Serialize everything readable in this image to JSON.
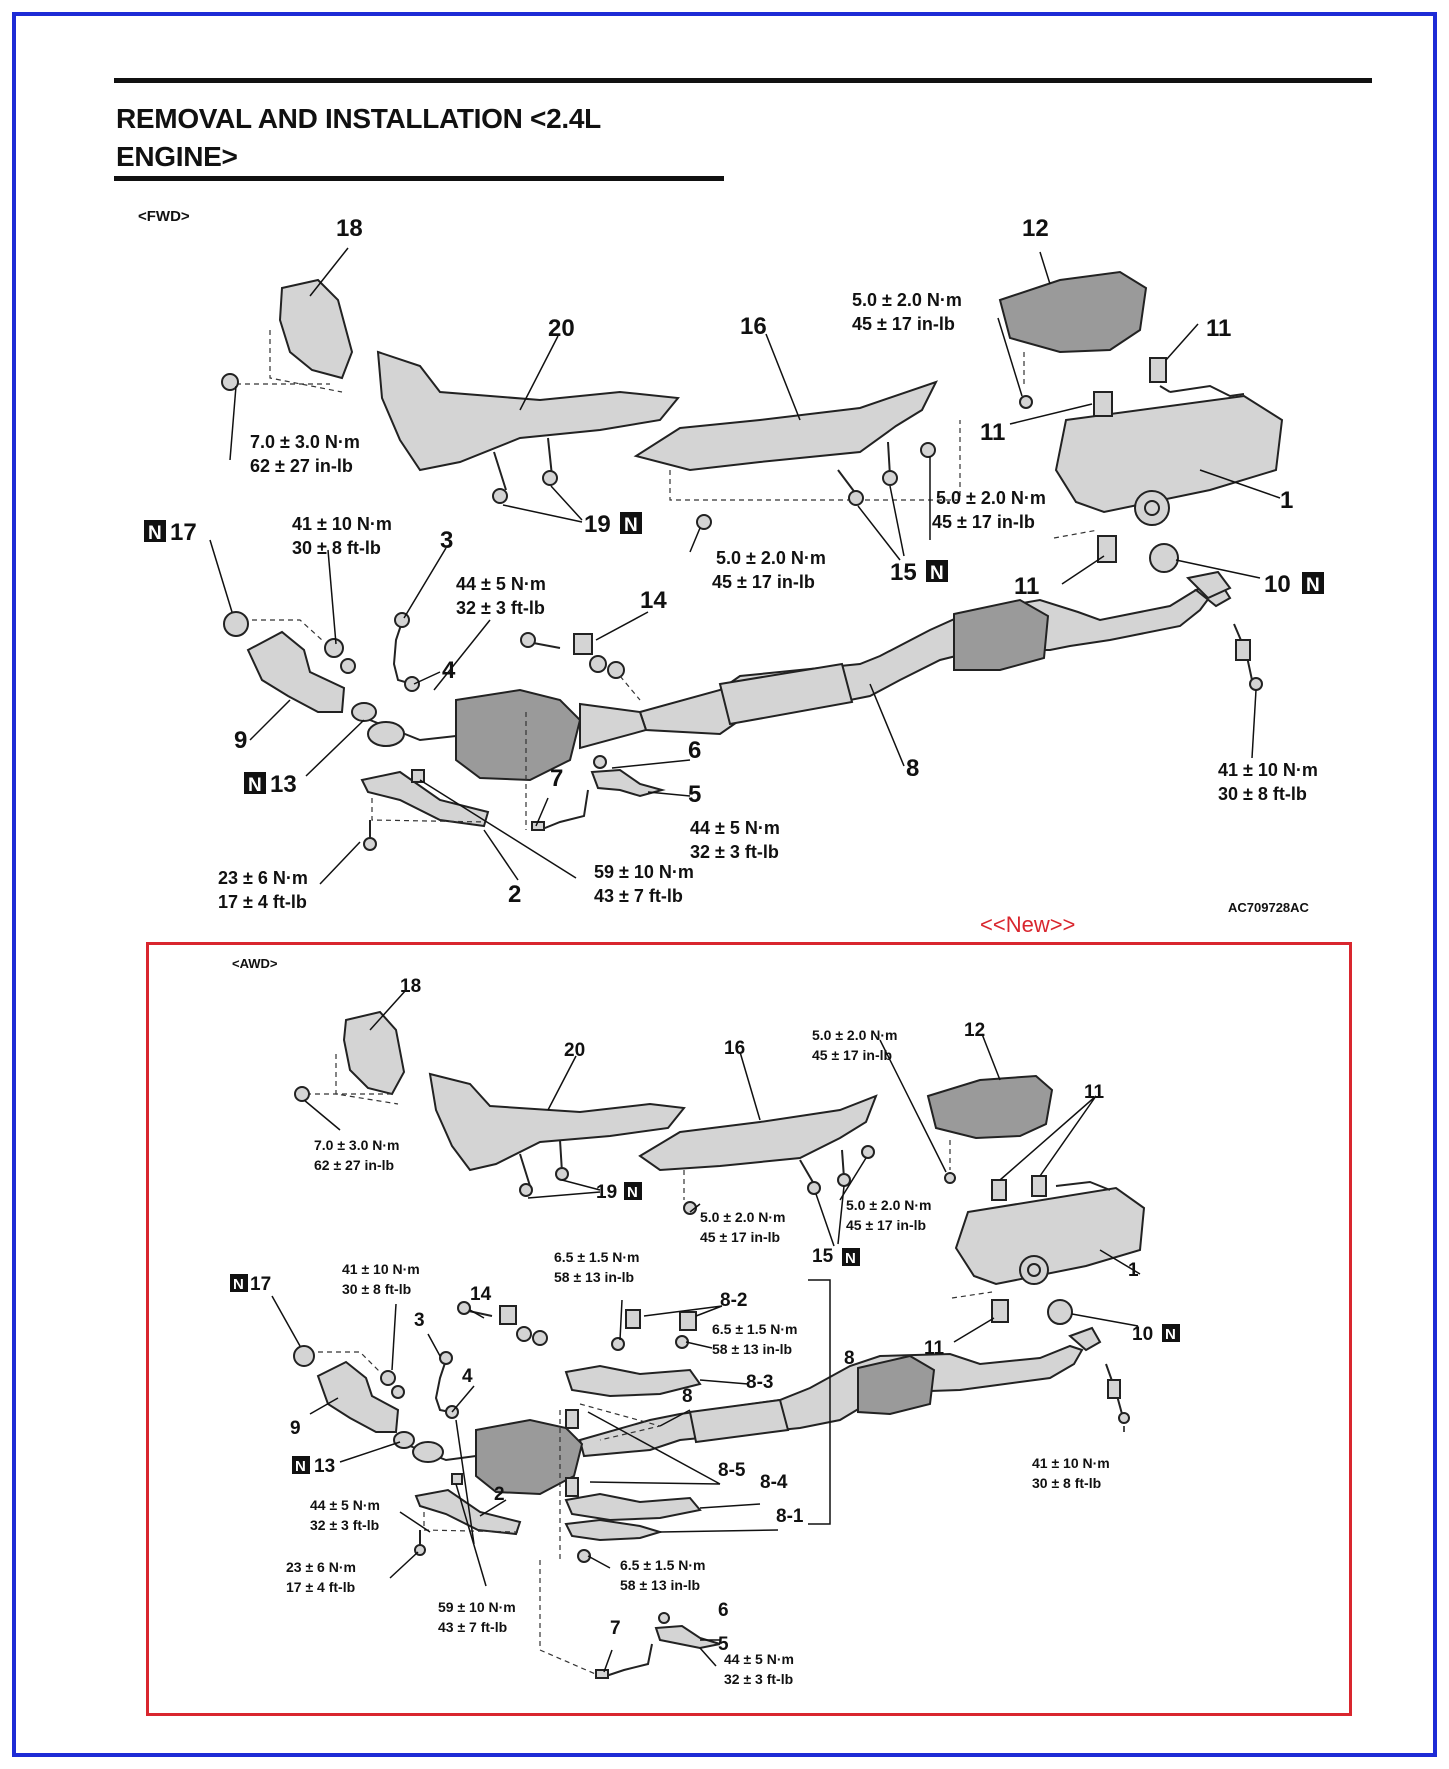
{
  "page": {
    "title_line1": "REMOVAL AND INSTALLATION <2.4L",
    "title_line2": "ENGINE>",
    "fig_code": "AC709728AC",
    "new_tag": "<<New>>",
    "new_symbol": "N",
    "colors": {
      "frame": "#1d2bd6",
      "new_box": "#d9262e"
    }
  },
  "fwd": {
    "variant": "<FWD>",
    "callouts": {
      "c1": "1",
      "c2": "2",
      "c3": "3",
      "c4": "4",
      "c5": "5",
      "c6": "6",
      "c7": "7",
      "c8": "8",
      "c9": "9",
      "c10": "10",
      "c11a": "11",
      "c11b": "11",
      "c11c": "11",
      "c12": "12",
      "c13": "13",
      "c14": "14",
      "c15": "15",
      "c16": "16",
      "c17": "17",
      "c18": "18",
      "c19": "19",
      "c20": "20"
    },
    "torque": {
      "t_18_l1": "7.0 ± 3.0 N·m",
      "t_18_l2": "62 ± 27 in-lb",
      "t_12_l1": "5.0 ± 2.0 N·m",
      "t_12_l2": "45 ± 17 in-lb",
      "t_1_l1": "5.0 ± 2.0 N·m",
      "t_1_l2": "45 ± 17 in-lb",
      "t_16_l1": "5.0 ± 2.0 N·m",
      "t_16_l2": "45 ± 17 in-lb",
      "t_17_l1": "41 ± 10 N·m",
      "t_17_l2": "30 ± 8 ft-lb",
      "t_3_l1": "44 ± 5 N·m",
      "t_3_l2": "32 ± 3 ft-lb",
      "t_5_l1": "44 ± 5 N·m",
      "t_5_l2": "32 ± 3 ft-lb",
      "t_2_l1": "23 ± 6 N·m",
      "t_2_l2": "17 ± 4 ft-lb",
      "t_cat_l1": "59 ± 10 N·m",
      "t_cat_l2": "43 ± 7 ft-lb",
      "t_rear_l1": "41 ± 10 N·m",
      "t_rear_l2": "30 ± 8 ft-lb"
    }
  },
  "awd": {
    "variant": "<AWD>",
    "callouts": {
      "c1": "1",
      "c2": "2",
      "c3": "3",
      "c4": "4",
      "c5": "5",
      "c6": "6",
      "c7": "7",
      "c8": "8",
      "c8b": "8",
      "c8_1": "8-1",
      "c8_2": "8-2",
      "c8_3": "8-3",
      "c8_4": "8-4",
      "c8_5": "8-5",
      "c9": "9",
      "c10": "10",
      "c11a": "11",
      "c11b": "11",
      "c12": "12",
      "c13": "13",
      "c14": "14",
      "c15": "15",
      "c16": "16",
      "c17": "17",
      "c18": "18",
      "c19": "19",
      "c20": "20"
    },
    "torque": {
      "t_18_l1": "7.0 ± 3.0 N·m",
      "t_18_l2": "62 ± 27 in-lb",
      "t_12_l1": "5.0 ± 2.0 N·m",
      "t_12_l2": "45 ± 17 in-lb",
      "t_1_l1": "5.0 ± 2.0 N·m",
      "t_1_l2": "45 ± 17 in-lb",
      "t_16_l1": "5.0 ± 2.0 N·m",
      "t_16_l2": "45 ± 17 in-lb",
      "t_17_l1": "41 ± 10 N·m",
      "t_17_l2": "30 ± 8 ft-lb",
      "t_82a_l1": "6.5 ± 1.5 N·m",
      "t_82a_l2": "58 ± 13 in-lb",
      "t_82b_l1": "6.5 ± 1.5 N·m",
      "t_82b_l2": "58 ± 13 in-lb",
      "t_81_l1": "6.5 ± 1.5 N·m",
      "t_81_l2": "58 ± 13 in-lb",
      "t_4_l1": "44 ± 5 N·m",
      "t_4_l2": "32 ± 3 ft-lb",
      "t_2_l1": "23 ± 6 N·m",
      "t_2_l2": "17 ± 4 ft-lb",
      "t_cat_l1": "59 ± 10 N·m",
      "t_cat_l2": "43 ± 7 ft-lb",
      "t_5_l1": "44 ± 5 N·m",
      "t_5_l2": "32 ± 3 ft-lb",
      "t_rear_l1": "41 ± 10 N·m",
      "t_rear_l2": "30 ± 8 ft-lb"
    }
  }
}
